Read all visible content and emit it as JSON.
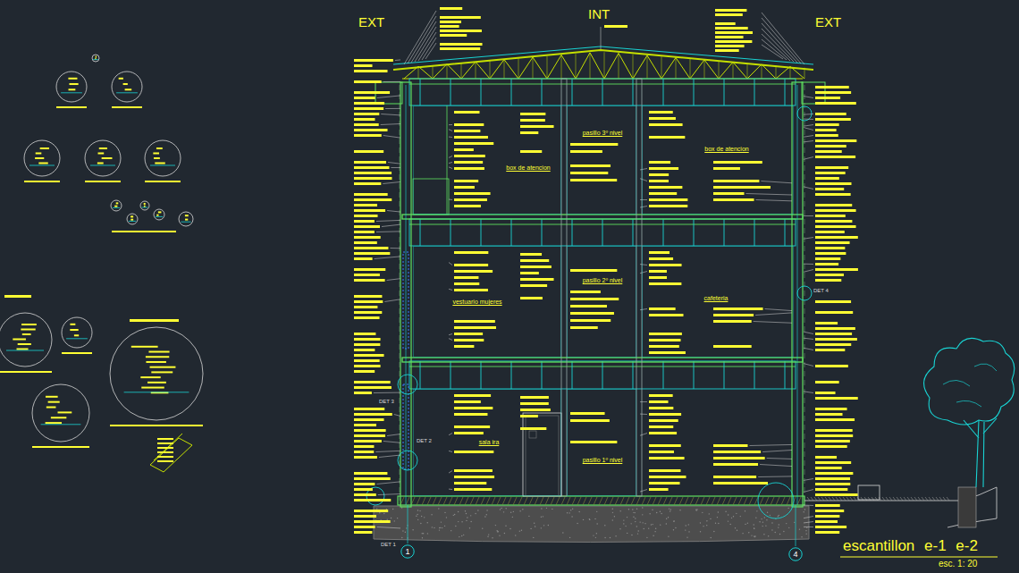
{
  "diagram": {
    "title": "escantillon e-1 e-2",
    "caption": "esc. 1: 20",
    "nodes": [
      {
        "text": [
          "box de atencion"
        ]
      },
      {
        "text": [
          "pasillo 3º nivel"
        ]
      },
      {
        "text": [
          "box de atencion"
        ]
      },
      {
        "text": [
          "vestuario mujeres"
        ]
      },
      {
        "text": [
          "pasillo 2º nivel"
        ]
      },
      {
        "text": [
          "cafeteria"
        ]
      },
      {
        "text": [
          "sala ira"
        ]
      },
      {
        "text": [
          "pasillo 1º nivel"
        ]
      },
      {
        "text": [
          "1"
        ]
      },
      {
        "text": [
          "4"
        ]
      }
    ],
    "labels": [
      "EXT",
      "INT",
      "EXT",
      "DET 1",
      "DET 2",
      "DET 3",
      "DET 4"
    ]
  }
}
